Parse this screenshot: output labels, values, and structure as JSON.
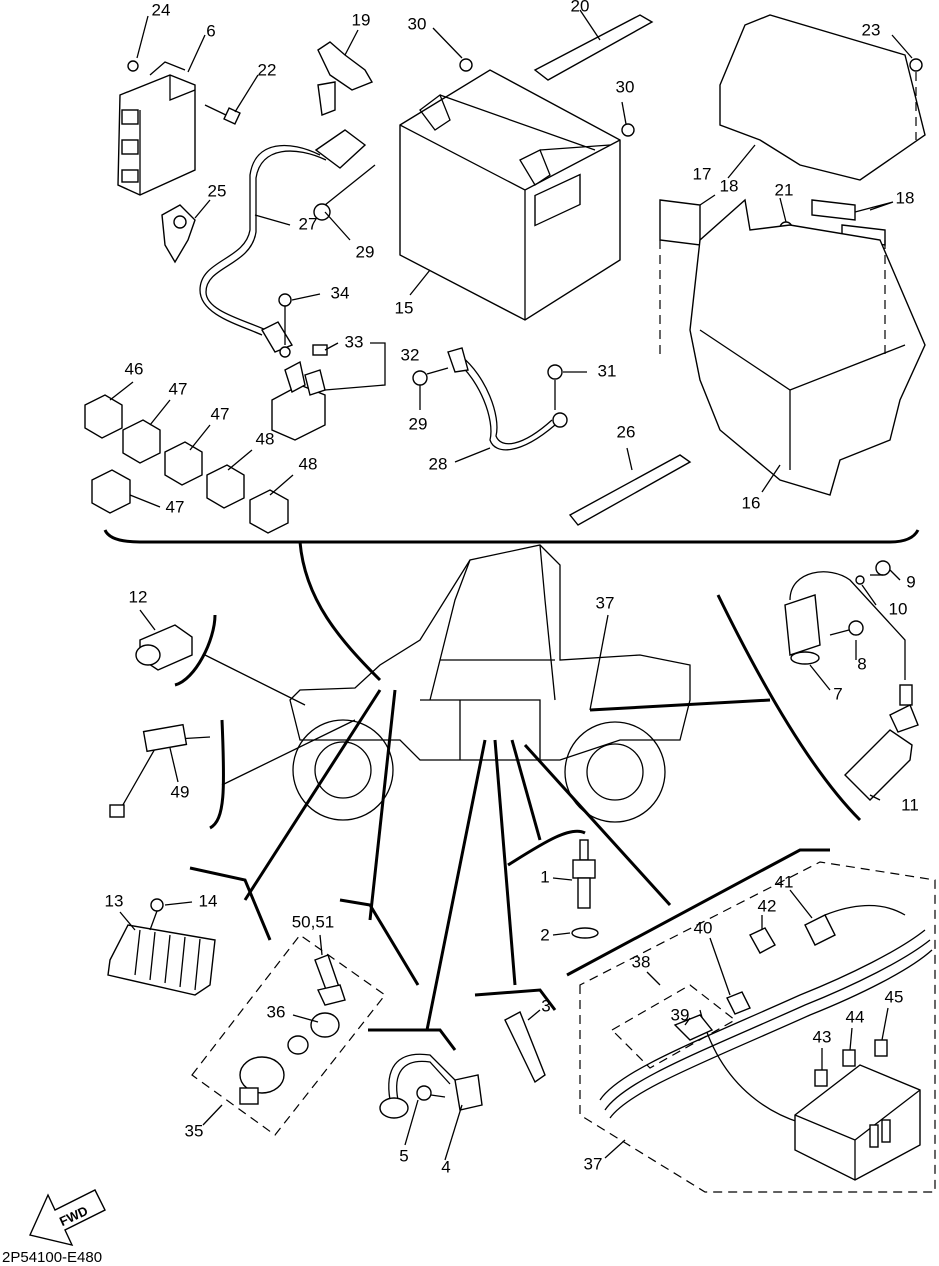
{
  "diagram_code": "2P54100-E480",
  "fwd_label": "FWD",
  "callouts": [
    {
      "text": "24"
    },
    {
      "text": "6"
    },
    {
      "text": "22"
    },
    {
      "text": "19"
    },
    {
      "text": "30"
    },
    {
      "text": "20"
    },
    {
      "text": "23"
    },
    {
      "text": "30"
    },
    {
      "text": "17"
    },
    {
      "text": "18"
    },
    {
      "text": "21"
    },
    {
      "text": "18"
    },
    {
      "text": "25"
    },
    {
      "text": "27"
    },
    {
      "text": "29"
    },
    {
      "text": "15"
    },
    {
      "text": "34"
    },
    {
      "text": "33"
    },
    {
      "text": "32"
    },
    {
      "text": "31"
    },
    {
      "text": "29"
    },
    {
      "text": "46"
    },
    {
      "text": "47"
    },
    {
      "text": "47"
    },
    {
      "text": "48"
    },
    {
      "text": "47"
    },
    {
      "text": "48"
    },
    {
      "text": "28"
    },
    {
      "text": "26"
    },
    {
      "text": "16"
    },
    {
      "text": "12"
    },
    {
      "text": "37"
    },
    {
      "text": "9"
    },
    {
      "text": "10"
    },
    {
      "text": "8"
    },
    {
      "text": "7"
    },
    {
      "text": "11"
    },
    {
      "text": "49"
    },
    {
      "text": "13"
    },
    {
      "text": "14"
    },
    {
      "text": "50,51"
    },
    {
      "text": "36"
    },
    {
      "text": "35"
    },
    {
      "text": "1"
    },
    {
      "text": "2"
    },
    {
      "text": "3"
    },
    {
      "text": "5"
    },
    {
      "text": "4"
    },
    {
      "text": "41"
    },
    {
      "text": "42"
    },
    {
      "text": "40"
    },
    {
      "text": "38"
    },
    {
      "text": "39"
    },
    {
      "text": "45"
    },
    {
      "text": "44"
    },
    {
      "text": "43"
    },
    {
      "text": "37"
    }
  ]
}
